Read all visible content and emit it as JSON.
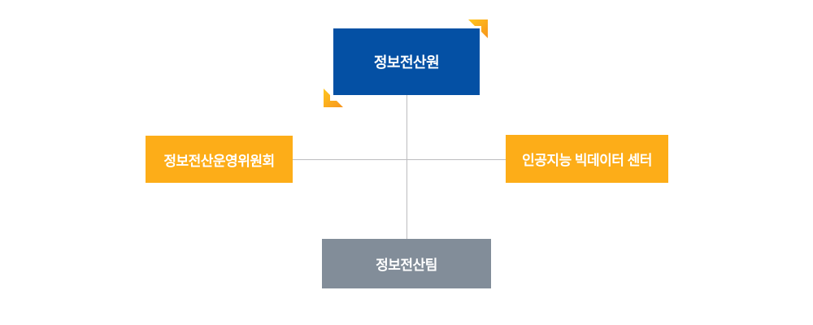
{
  "diagram": {
    "type": "org-chart",
    "nodes": {
      "root": {
        "label": "정보전산원",
        "level": "top",
        "color": "#0450a4"
      },
      "left": {
        "label": "정보전산운영위원회",
        "level": "middle",
        "color": "#fdad18"
      },
      "right": {
        "label": "인공지능 빅데이터 센터",
        "level": "middle",
        "color": "#fdad18"
      },
      "bottom": {
        "label": "정보전산팀",
        "level": "bottom",
        "color": "#828d99"
      }
    },
    "connectors": {
      "vertical": {
        "from": "root",
        "to": "bottom"
      },
      "horizontal": {
        "from": "left",
        "to": "right"
      }
    }
  },
  "colors": {
    "root_box": "#0450a4",
    "side_box": "#fdad18",
    "bottom_box": "#828d99",
    "connector_line": "#bdbdbf",
    "accent_yellow": "#ffc61e",
    "accent_orange": "#f7941d",
    "label_text": "#ffffff",
    "background": "#ffffff"
  },
  "icons": {
    "top_right_accent": "corner-bracket",
    "bottom_left_accent": "corner-bracket"
  }
}
